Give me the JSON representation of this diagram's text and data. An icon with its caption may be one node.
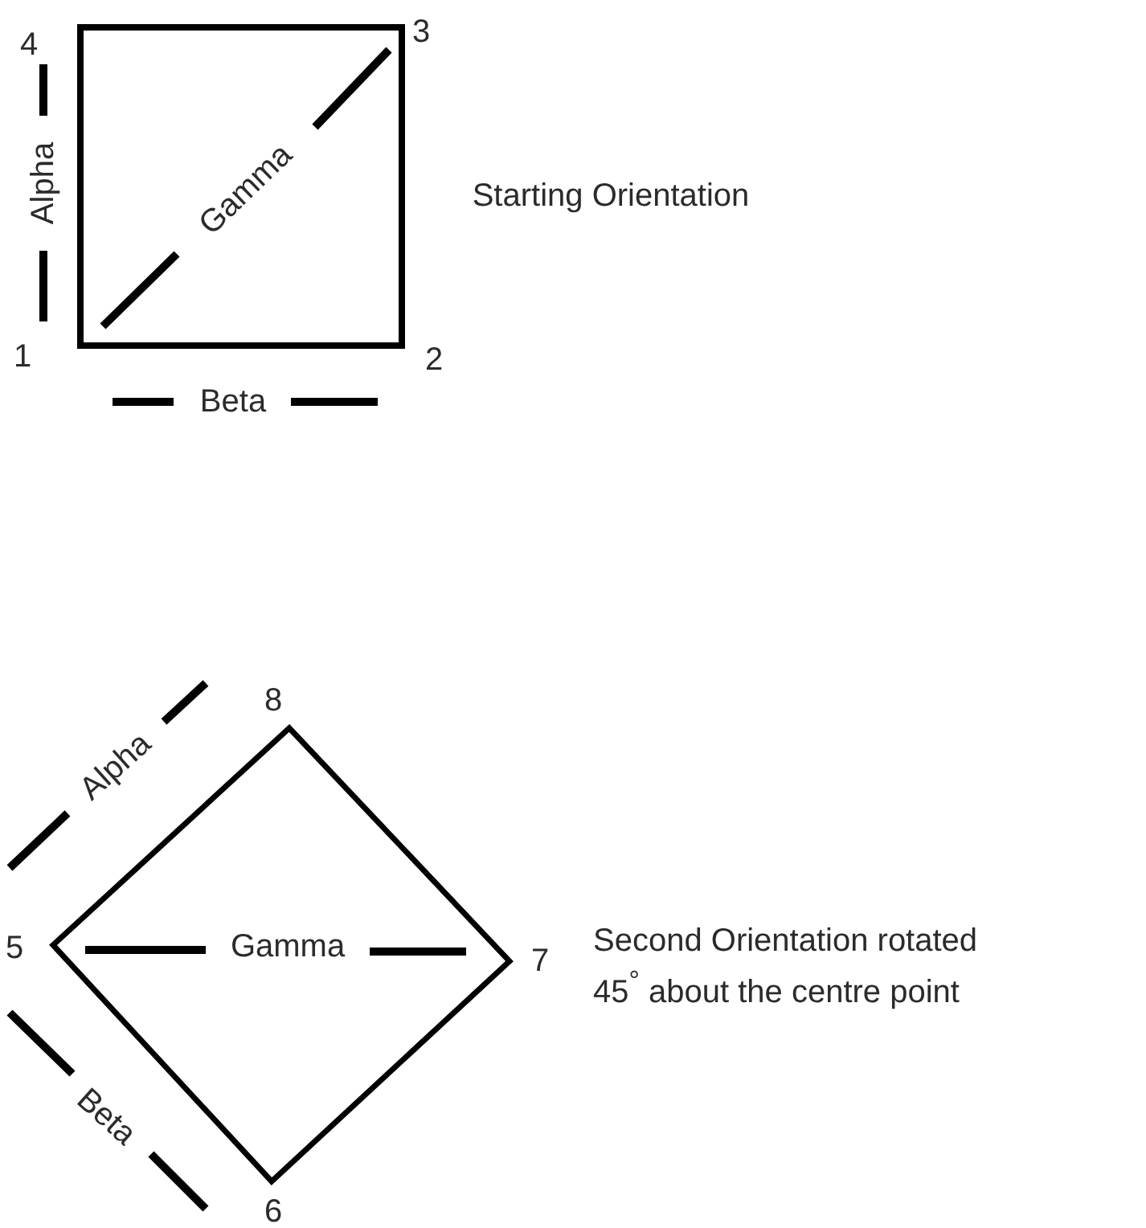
{
  "diagram": {
    "labels": [
      "4",
      "3",
      "Alpha",
      "Gamma",
      "Starting Orientation",
      "1",
      "2",
      "Beta",
      "8",
      "Alpha",
      "5",
      "Gamma",
      "7",
      "Second Orientation rotated 45$^{°}$ about the centre point",
      "Beta",
      "6"
    ]
  }
}
